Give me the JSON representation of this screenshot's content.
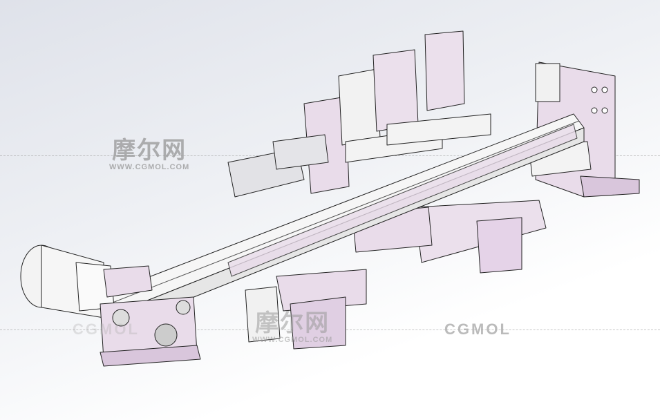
{
  "watermarks": {
    "top_left": {
      "cn": "摩尔网",
      "url": "WWW.CGMOL.COM"
    },
    "center": {
      "cn": "摩尔网",
      "url": "WWW.CGMOL.COM"
    },
    "bottom_right": "CGMOL",
    "bottom_left": "CGMOL"
  },
  "colors": {
    "part_fill": "#e9dcea",
    "part_dark": "#cdb8d2",
    "edge": "#222222",
    "metal": "#f4f4f4"
  }
}
